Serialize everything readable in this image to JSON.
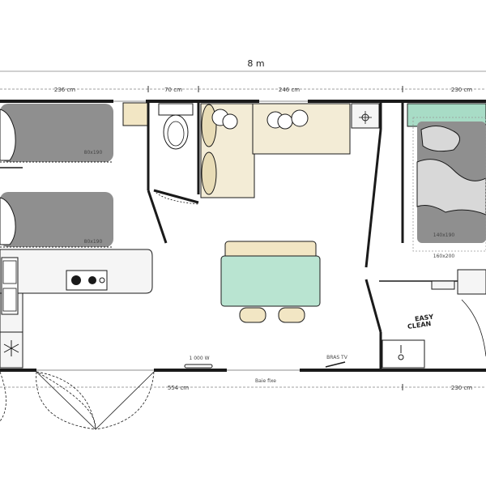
{
  "dimensions": {
    "total_length": "8 m",
    "top_seg_1": "236 cm",
    "top_seg_2": "70 cm",
    "top_seg_3": "246 cm",
    "top_seg_4": "230 cm",
    "bottom_seg_1": "554 cm",
    "bottom_seg_2": "230 cm"
  },
  "beds": {
    "bunk_top_size": "80x190",
    "bunk_bottom_size": "80x190",
    "master_bed_size": "140x190",
    "master_bed_alt_size": "160x200"
  },
  "labels": {
    "heater": "1 000 W",
    "window": "Baie fixe",
    "tv_arm": "BRAS TV",
    "easy_clean_line1": "EASY",
    "easy_clean_line2": "CLEAN"
  },
  "colors": {
    "wall": "#1a1a1a",
    "bed": "#8f8f8f",
    "sofa": "#f3ecd6",
    "table": "#b9e4d1",
    "chair": "#f2e6c4",
    "master_headboard": "#a8dcc6",
    "counter": "#f5f5f5"
  }
}
